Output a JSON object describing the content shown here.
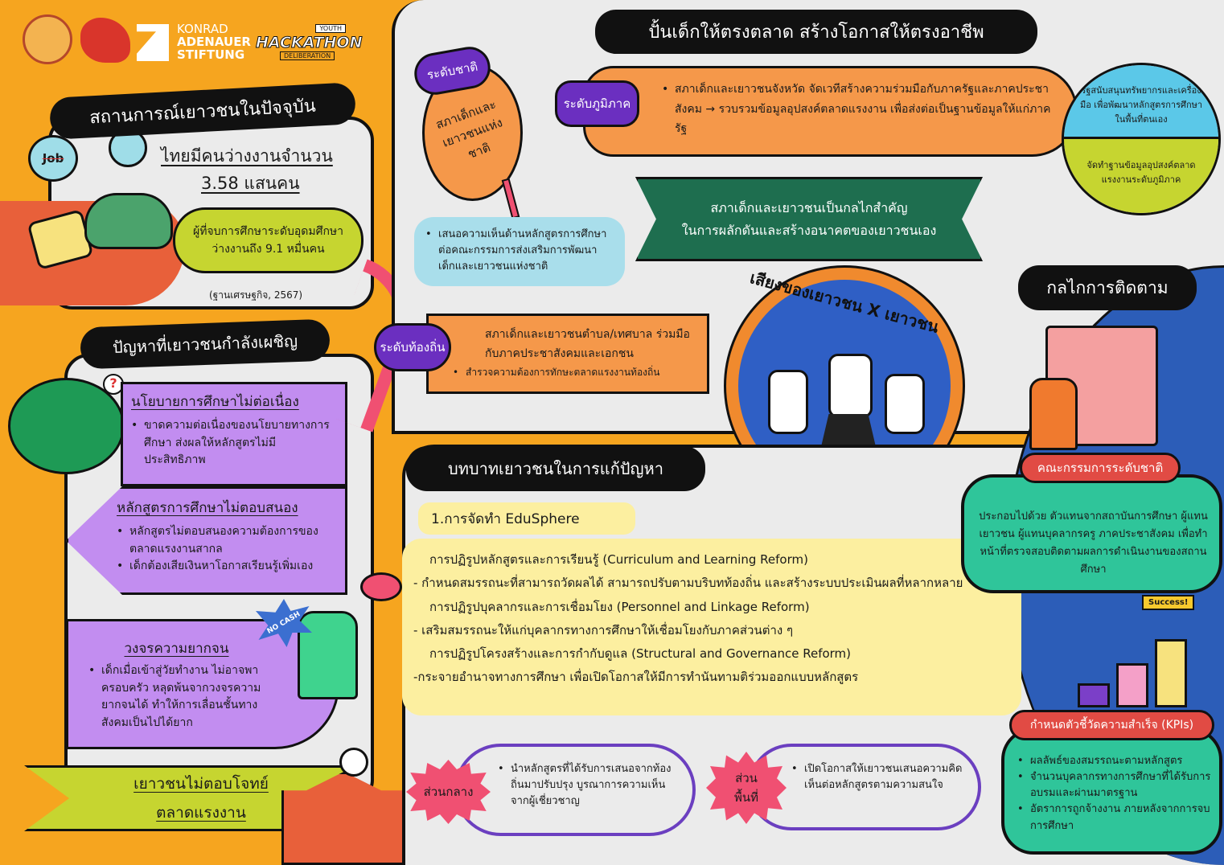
{
  "logos": {
    "konrad": [
      "KONRAD",
      "ADENAUER",
      "STIFTUNG"
    ],
    "hackathon": "HACKATHON",
    "youth": "YOUTH",
    "deliberation": "DELIBERATION"
  },
  "situation": {
    "title": "สถานการณ์เยาวชนในปัจจุบัน",
    "job_bubble": "Job",
    "line1": "ไทยมีคนว่างงานจำนวน",
    "line2": "3.58 แสนคน",
    "graduates": "ผู้ที่จบการศึกษาระดับอุดมศึกษา ว่างงานถึง 9.1 หมื่นคน",
    "source": "(ฐานเศรษฐกิจ, 2567)"
  },
  "problems": {
    "title": "ปัญหาที่เยาวชนกำลังเผชิญ",
    "items": [
      {
        "heading": "นโยบายการศึกษาไม่ต่อเนื่อง",
        "bullets": [
          "ขาดความต่อเนื่องของนโยบายทางการศึกษา ส่งผลให้หลักสูตรไม่มีประสิทธิภาพ"
        ]
      },
      {
        "heading": "หลักสูตรการศึกษาไม่ตอบสนอง",
        "bullets": [
          "หลักสูตรไม่ตอบสนองความต้องการของตลาดแรงงานสากล",
          "เด็กต้องเสียเงินหาโอกาสเรียนรู้เพิ่มเอง"
        ]
      },
      {
        "heading": "วงจรความยากจน",
        "bullets": [
          "เด็กเมื่อเข้าสู่วัยทำงาน ไม่อาจพาครอบครัว หลุดพ้นจากวงจรความยากจนได้ ทำให้การเลื่อนชั้นทางสังคมเป็นไปได้ยาก"
        ]
      }
    ],
    "no_cash": "NO CASH",
    "ribbon": [
      "เยาวชนไม่ตอบโจทย์",
      "ตลาดแรงงาน"
    ]
  },
  "top": {
    "title": "ปั้นเด็กให้ตรงตลาด สร้างโอกาสให้ตรงอาชีพ",
    "national": {
      "label": "ระดับชาติ",
      "circle": "สภาเด็กและเยาวชนแห่งชาติ",
      "bullet": "เสนอความเห็นด้านหลักสูตรการศึกษาต่อคณะกรรมการส่งเสริมการพัฒนาเด็กและเยาวชนแห่งชาติ"
    },
    "regional": {
      "label": "ระดับภูมิภาค",
      "bullet": "สภาเด็กและเยาวชนจังหวัด จัดเวทีสร้างความร่วมมือกับภาครัฐและภาคประชาสังคม → รวบรวมข้อมูลอุปสงค์ตลาดแรงงาน เพื่อส่งต่อเป็นฐานข้อมูลให้แก่ภาครัฐ"
    },
    "state_support": "รัฐสนับสนุนทรัพยากรและเครื่องมือ เพื่อพัฒนาหลักสูตรการศึกษาในพื้นที่ตนเอง",
    "regional_db": "จัดทำฐานข้อมูลอุปสงค์ตลาดแรงงานระดับภูมิภาค",
    "banner": [
      "สภาเด็กและเยาวชนเป็นกลไกสำคัญ",
      "ในการผลักดันและสร้างอนาคตของเยาวชนเอง"
    ],
    "local": {
      "label": "ระดับท้องถิ่น",
      "text": "สภาเด็กและเยาวชนตำบล/เทศบาล ร่วมมือกับภาคประชาสังคมและเอกชน",
      "bullet": "สำรวจความต้องการทักษะตลาดแรงงานท้องถิ่น"
    },
    "voice": "เสียงของเยาวชน X เยาวชน"
  },
  "monitor": {
    "title": "กลไกการติดตาม",
    "committee": {
      "title": "คณะกรรมการระดับชาติ",
      "text": "ประกอบไปด้วย ตัวแทนจากสถาบันการศึกษา ผู้แทนเยาวชน ผู้แทนบุคลากรครู ภาคประชาสังคม เพื่อทำหน้าที่ตรวจสอบติดตามผลการดำเนินงานของสถานศึกษา"
    },
    "success": "Success!",
    "kpi": {
      "title": "กำหนดตัวชี้วัดความสำเร็จ (KPIs)",
      "bullets": [
        "ผลลัพธ์ของสมรรถนะตามหลักสูตร",
        "จำนวนบุคลากรทางการศึกษาที่ได้รับการอบรมและผ่านมาตรฐาน",
        "อัตราการถูกจ้างงาน ภายหลังจากการจบการศึกษา"
      ]
    }
  },
  "role": {
    "title": "บทบาทเยาวชนในการแก้ปัญหา",
    "sub": "1.การจัดทำ EduSphere",
    "lines": [
      {
        "type": "bullet",
        "text": "การปฏิรูปหลักสูตรและการเรียนรู้ (Curriculum and Learning Reform)"
      },
      {
        "type": "dash",
        "text": "- กำหนดสมรรถนะที่สามารถวัดผลได้ สามารถปรับตามบริบทท้องถิ่น และสร้างระบบประเมินผลที่หลากหลาย"
      },
      {
        "type": "bullet",
        "text": "การปฏิรูปบุคลากรและการเชื่อมโยง (Personnel and Linkage Reform)"
      },
      {
        "type": "dash",
        "text": "- เสริมสมรรถนะให้แก่บุคลากรทางการศึกษาให้เชื่อมโยงกับภาคส่วนต่าง ๆ"
      },
      {
        "type": "bullet",
        "text": "การปฏิรูปโครงสร้างและการกำกับดูแล (Structural and Governance Reform)"
      },
      {
        "type": "dash",
        "text": "-กระจายอำนาจทางการศึกษา เพื่อเปิดโอกาสให้มีการทำนันทามติร่วมออกแบบหลักสูตร"
      }
    ],
    "central": {
      "label": "ส่วนกลาง",
      "text": "นำหลักสูตรที่ได้รับการเสนอจากท้องถิ่นมาปรับปรุง บูรณาการความเห็นจากผู้เชี่ยวชาญ"
    },
    "area": {
      "label": "ส่วนพื้นที่",
      "text": "เปิดโอกาสให้เยาวชนเสนอความคิดเห็นต่อหลักสูตรตามความสนใจ"
    }
  },
  "colors": {
    "orange": "#F6A51F",
    "panel": "#EBEBEB",
    "purple": "#C28DF0",
    "lime": "#C6D530",
    "green": "#1E6E4F",
    "blue": "#2C5DB8",
    "pink": "#F05072"
  }
}
